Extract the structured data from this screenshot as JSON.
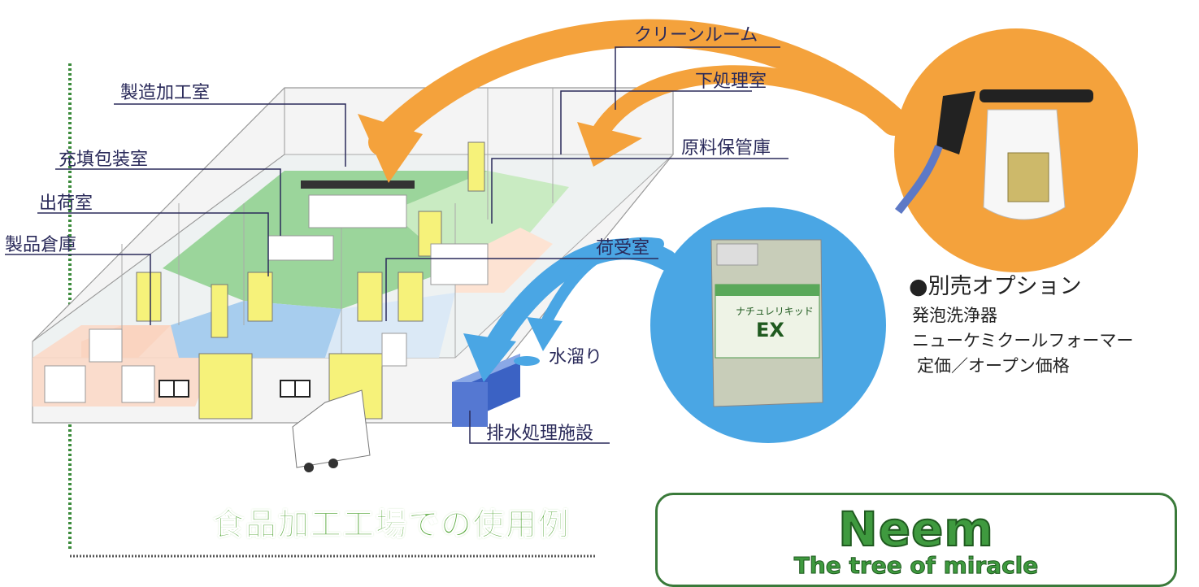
{
  "rooms": {
    "clean_room": "クリーンルーム",
    "manufacturing": "製造加工室",
    "pre_processing": "下処理室",
    "raw_material_storage": "原料保管庫",
    "filling_packaging": "充填包装室",
    "shipping": "出荷室",
    "product_warehouse": "製品倉庫",
    "receiving": "荷受室",
    "water_puddle": "水溜り",
    "wastewater_facility": "排水処理施設"
  },
  "product": {
    "can_brand": "ナチュレリキッド",
    "can_model": "EX"
  },
  "option": {
    "title": "●別売オプション",
    "line1": "発泡洗浄器",
    "line2": "ニューケミクールフォーマー",
    "price": "定価／オープン価格"
  },
  "caption": "食品加工工場での使用例",
  "neem": {
    "title": "Neem",
    "subtitle": "The tree of miracle"
  },
  "colors": {
    "orange_arrow": "#f4a23c",
    "blue_arrow": "#4aa6e4",
    "green_floor": "#8cd08c",
    "heading_green": "#58a83c",
    "neem_green": "#3f9a3f"
  }
}
